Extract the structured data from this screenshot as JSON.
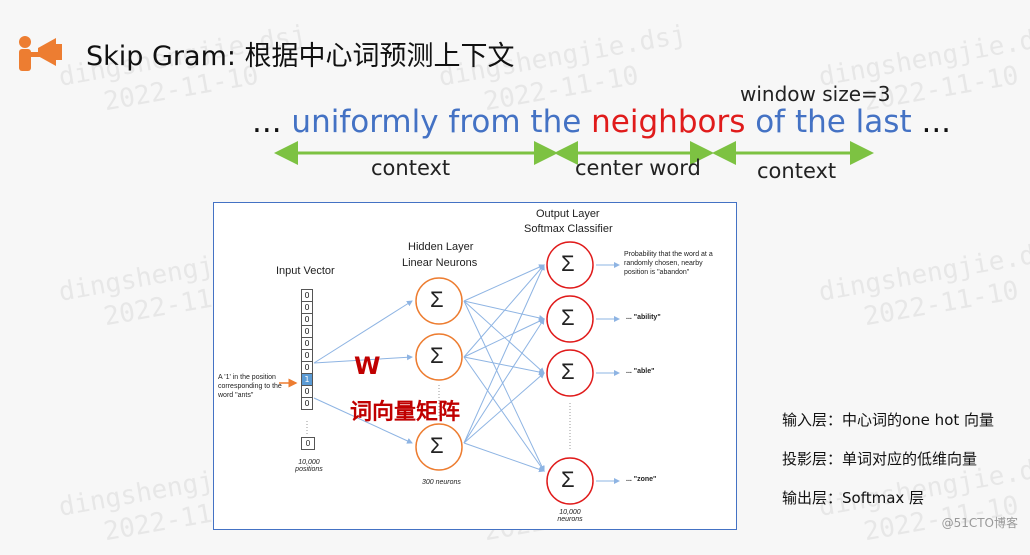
{
  "title": "Skip Gram: 根据中心词预测上下文",
  "window_size": "window size=3",
  "sentence": {
    "prefix": "...",
    "context_left": "uniformly from the",
    "center": "neighbors",
    "context_right": "of the last",
    "suffix": "..."
  },
  "labels": {
    "context_left": "context",
    "center": "center word",
    "context_right": "context"
  },
  "diagram": {
    "input_title": "Input Vector",
    "hidden_title_1": "Hidden Layer",
    "hidden_title_2": "Linear Neurons",
    "output_title_1": "Output Layer",
    "output_title_2": "Softmax Classifier",
    "input_cells": [
      "0",
      "0",
      "0",
      "0",
      "0",
      "0",
      "0",
      "1",
      "0",
      "0"
    ],
    "input_last": "0",
    "input_note_1": "A '1' in the position",
    "input_note_2": "corresponding to the",
    "input_note_3": "word \"ants\"",
    "input_count": "10,000",
    "input_count_unit": "positions",
    "hidden_count": "300 neurons",
    "output_count": "10,000",
    "output_count_unit": "neurons",
    "sigma": "Σ",
    "prob_1": "Probability that the word at a",
    "prob_2": "randomly chosen, nearby",
    "prob_3": "position is \"abandon\"",
    "out_ability": "... \"ability\"",
    "out_able": "... \"able\"",
    "out_zone": "... \"zone\""
  },
  "w_label": "W",
  "wv_label": "词向量矩阵",
  "notes": {
    "input": "输入层：中心词的one hot 向量",
    "proj": "投影层：单词对应的低维向量",
    "output": "输出层：Softmax 层"
  },
  "watermark_1": "dingshengjie.dsj",
  "watermark_2": "2022-11-10",
  "footer": "@51CTO博客",
  "colors": {
    "blue": "#4472c4",
    "red": "#e01b1b",
    "green": "#7dc242",
    "orange": "#ed7d31",
    "dark_red": "#c00000"
  }
}
